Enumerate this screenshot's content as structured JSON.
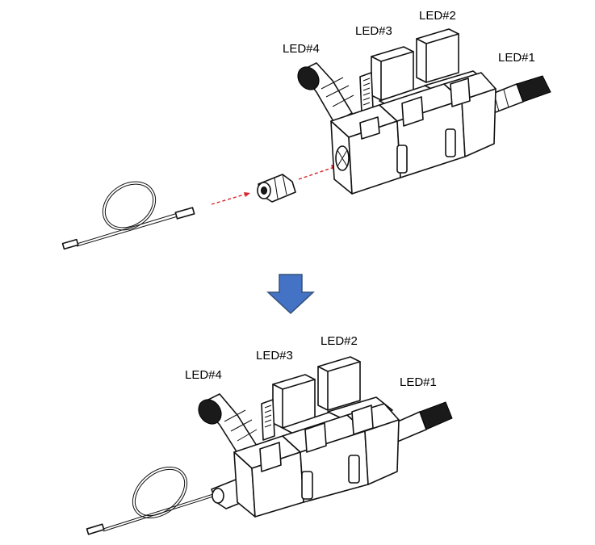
{
  "top_panel": {
    "labels": {
      "led4": "LED#4",
      "led3": "LED#3",
      "led2": "LED#2",
      "led1": "LED#1"
    }
  },
  "bottom_panel": {
    "labels": {
      "led4": "LED#4",
      "led3": "LED#3",
      "led2": "LED#2",
      "led1": "LED#1"
    }
  },
  "colors": {
    "panel_border": "#34507a",
    "arrow_fill": "#4472c4",
    "dashed_arrow": "#d9262a"
  },
  "icons": {
    "transition": "down-arrow-icon",
    "insertion": "dashed-red-arrow-icon"
  }
}
